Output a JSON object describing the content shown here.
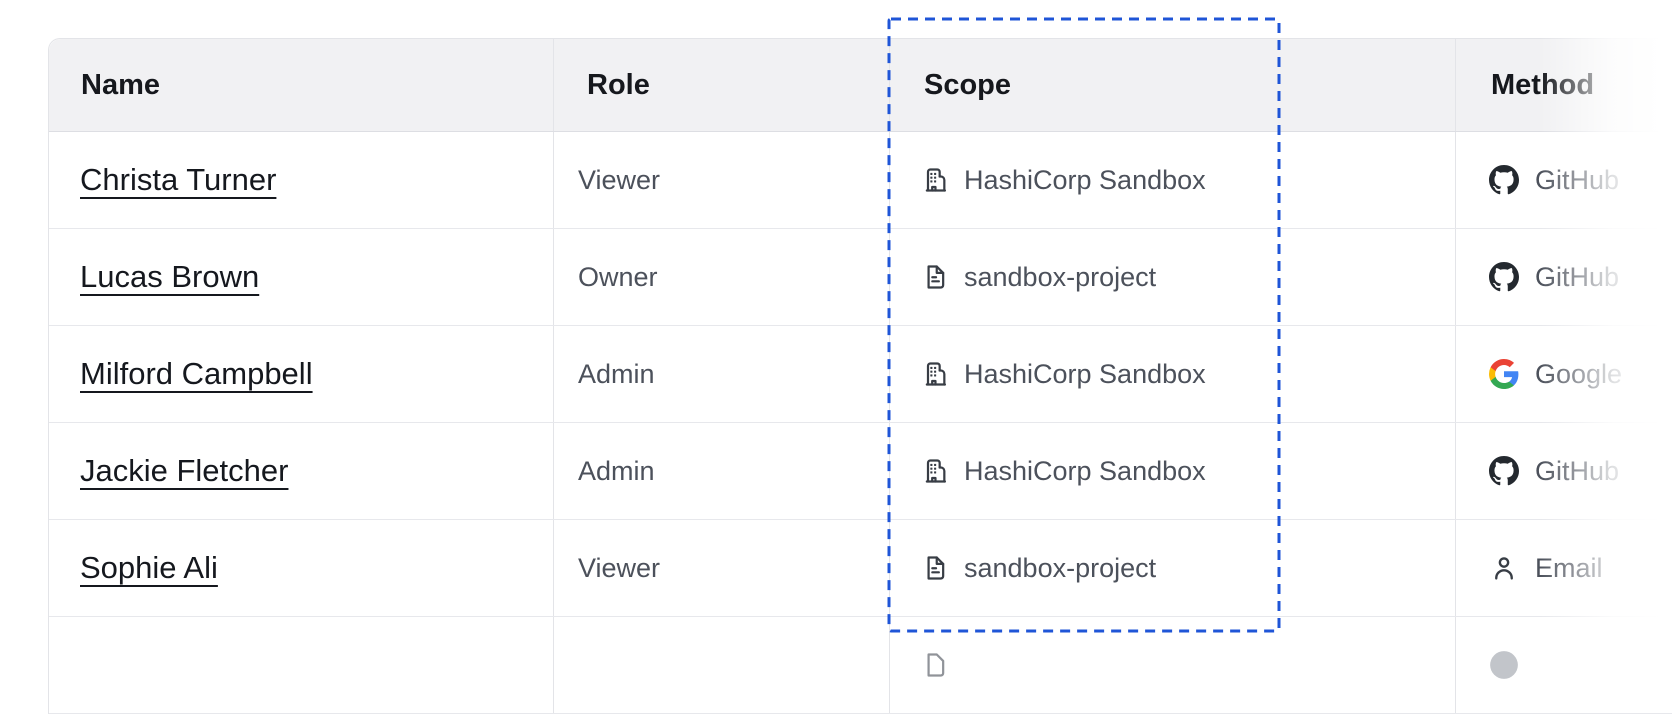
{
  "table": {
    "columns": [
      {
        "label": "Name"
      },
      {
        "label": "Role"
      },
      {
        "label": "Scope"
      },
      {
        "label": "Method"
      }
    ],
    "rows": [
      {
        "name": "Christa Turner",
        "role": "Viewer",
        "scope": {
          "icon": "organization-icon",
          "label": "HashiCorp Sandbox"
        },
        "method": {
          "icon": "github-icon",
          "label": "GitHub"
        }
      },
      {
        "name": "Lucas Brown",
        "role": "Owner",
        "scope": {
          "icon": "document-icon",
          "label": "sandbox-project"
        },
        "method": {
          "icon": "github-icon",
          "label": "GitHub"
        }
      },
      {
        "name": "Milford Campbell",
        "role": "Admin",
        "scope": {
          "icon": "organization-icon",
          "label": "HashiCorp Sandbox"
        },
        "method": {
          "icon": "google-icon",
          "label": "Google"
        }
      },
      {
        "name": "Jackie Fletcher",
        "role": "Admin",
        "scope": {
          "icon": "organization-icon",
          "label": "HashiCorp Sandbox"
        },
        "method": {
          "icon": "github-icon",
          "label": "GitHub"
        }
      },
      {
        "name": "Sophie Ali",
        "role": "Viewer",
        "scope": {
          "icon": "document-icon",
          "label": "sandbox-project"
        },
        "method": {
          "icon": "email-icon",
          "label": "Email"
        }
      }
    ],
    "partial_sixth_row_visible": true
  },
  "annotations": {
    "highlighted_column": "Scope",
    "highlight_style": "dashed-rectangle",
    "highlight_color": "#1f55d7"
  },
  "colors": {
    "header_background": "#f1f1f3",
    "table_border": "#e3e4e8",
    "header_text": "#16181d",
    "cell_text": "#4c515b",
    "name_link_text": "#15181e",
    "icon_gray": "#383d45",
    "github_black": "#24292f",
    "focus_blue": "#1f55d7"
  }
}
